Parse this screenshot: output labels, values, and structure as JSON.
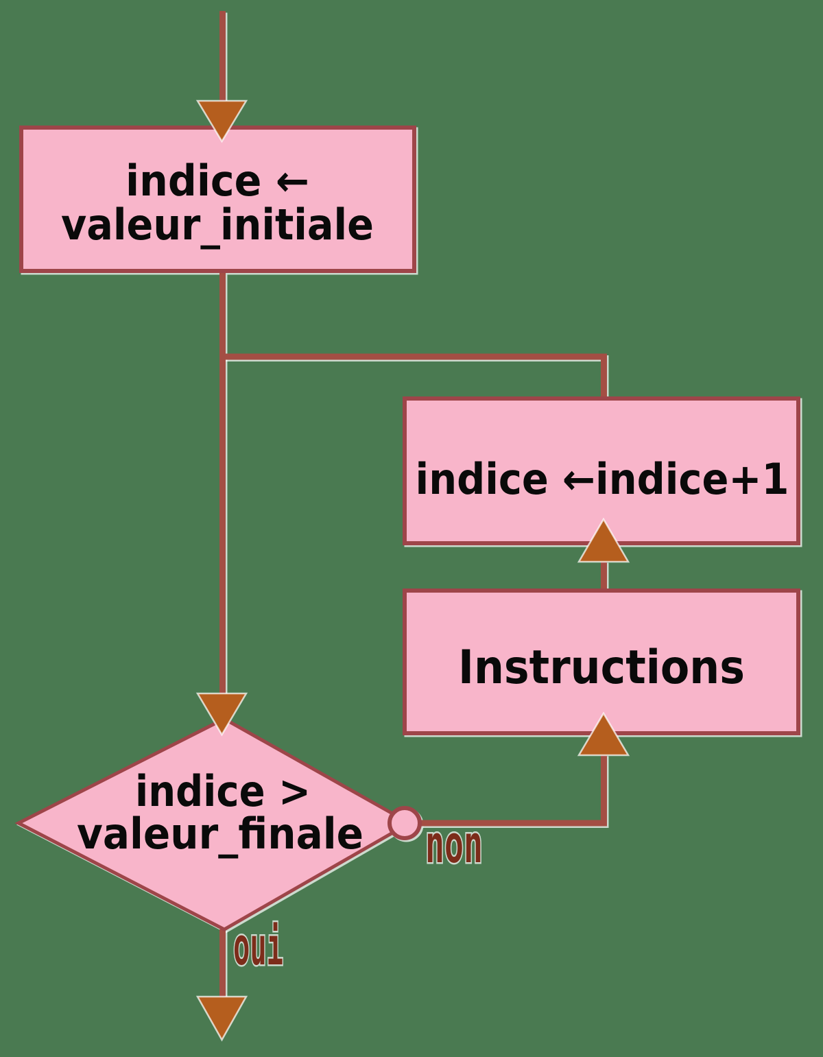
{
  "palette": {
    "background": "#4A7A51",
    "node-fill": "#F8B5CA",
    "node-border": "#9E4549",
    "connector": "#A44E44",
    "arrowhead": "#B55E1E",
    "branch-label": "#7C2C1A",
    "text": "#0A0A0A"
  },
  "nodes": {
    "init": {
      "line1": "indice ←",
      "line2": "valeur_initiale"
    },
    "increment": {
      "label": "indice ←indice+1"
    },
    "instructions": {
      "label": "Instructions"
    },
    "decision": {
      "line1": "indice >",
      "line2": "valeur_finale"
    }
  },
  "branches": {
    "no": "non",
    "yes": "oui"
  }
}
